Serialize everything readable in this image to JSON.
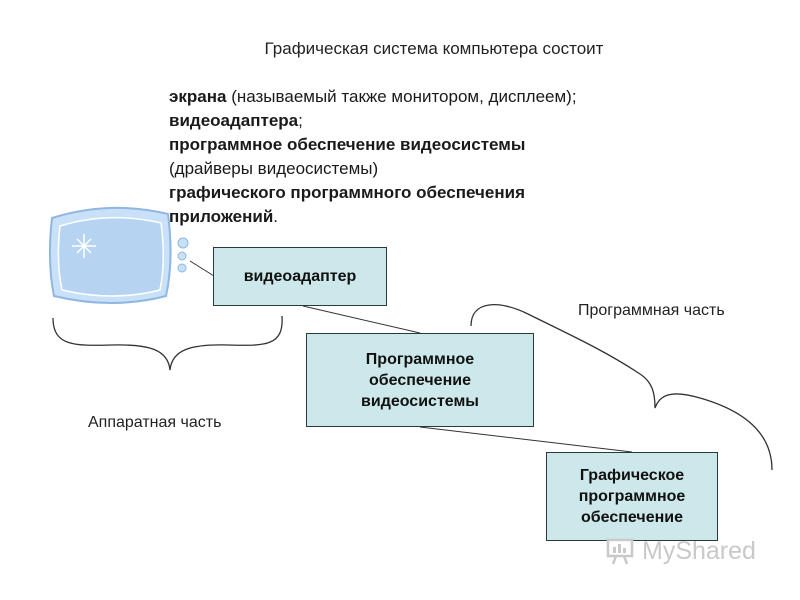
{
  "title": "Графическая система компьютера состоит",
  "list": [
    {
      "bold": "экрана",
      "normal": " (называемый также монитором, дисплеем);"
    },
    {
      "bold": "видеоадаптера",
      "normal": ";"
    },
    {
      "bold": "программное обеспечение видеосистемы",
      "normal": ""
    },
    {
      "bold": "",
      "normal": "(драйверы видеосистемы)"
    },
    {
      "bold": "графического программного обеспечения",
      "normal": ""
    },
    {
      "bold": "приложений",
      "normal": "."
    }
  ],
  "boxes": {
    "videoadapter": "видеоадаптер",
    "software": [
      "Программное",
      "обеспечение",
      "видеосистемы"
    ],
    "graphics": [
      "Графическое",
      "программное",
      "обеспечение"
    ]
  },
  "labels": {
    "hardware": "Аппаратная часть",
    "software": "Программная часть"
  },
  "colors": {
    "box_fill": "#cde8ea",
    "monitor_fill": "#c8e0f8",
    "monitor_stroke": "#8fb7e0"
  },
  "watermark": {
    "text": "MyShared",
    "icon": "myshared-logo-icon"
  }
}
